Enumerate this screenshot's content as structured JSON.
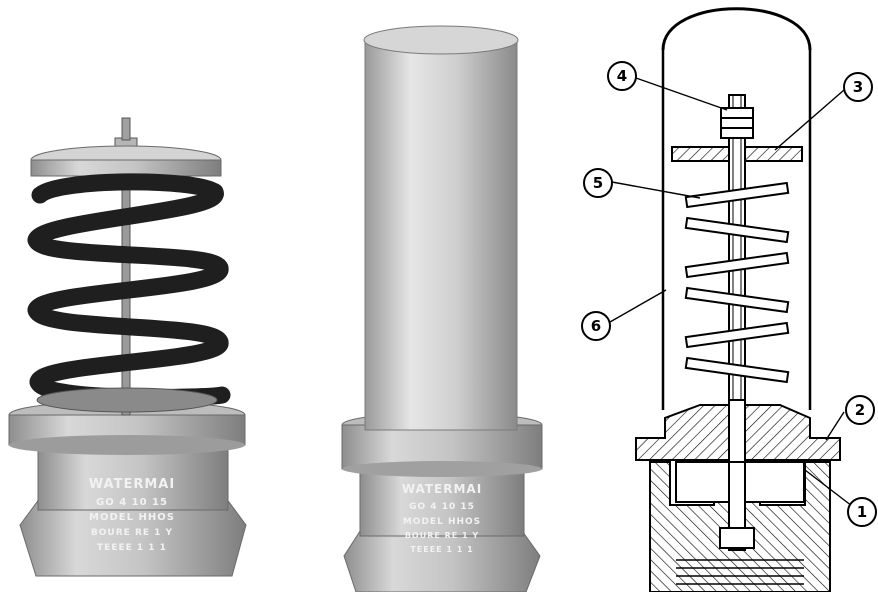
{
  "photo_open": {
    "casting_lines": [
      "WATERMAI",
      "GO 4 10 15",
      "MODEL HHOS",
      "BOURE RE 1 Y",
      "TEEEE 1 1 1"
    ]
  },
  "photo_closed": {
    "casting_lines": [
      "WATERMAI",
      "GO 4 10 15",
      "MODEL HHOS",
      "BOURE RE 1 Y",
      "TEEEE 1 1 1"
    ]
  },
  "diagram": {
    "callouts": [
      {
        "number": "1"
      },
      {
        "number": "2"
      },
      {
        "number": "3"
      },
      {
        "number": "4"
      },
      {
        "number": "5"
      },
      {
        "number": "6"
      }
    ]
  },
  "colors": {
    "spring": "#1f1f1f",
    "metal_light": "#d9d9d9",
    "metal_mid": "#a9a9a9",
    "metal_dark": "#7a7a7a",
    "line": "#000000"
  }
}
